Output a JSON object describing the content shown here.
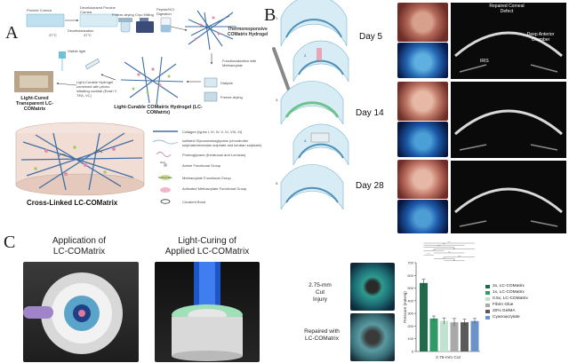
{
  "panels": {
    "a": "A",
    "b": "B",
    "c": "C"
  },
  "panel_a": {
    "top_labels": [
      "Porcine Cornea",
      "Decellularized Porcine Cornea",
      "Freeze-drying",
      "Cryo Milling",
      "Pepsin/HCl Digestion"
    ],
    "decell": "Decellularization",
    "temp1": "37°C",
    "temp2": "37°C",
    "hydrogel": "Thermoresponsive COMatrix Hydrogel",
    "functional": "Functionalization with Methacrylate",
    "dialysis": "Dialysis",
    "freeze": "Freeze-drying",
    "lc_hydrogel": "Light-Curable COMatrix Hydrogel (LC-COMatrix)",
    "combined": "Light-Curable Hydrogel combined with photo-initiating cocktail (Eosin Y, TEA, VC)",
    "visible": "Visible light",
    "cured": "Light-Cured Transparent LC-COMatrix",
    "crosslinked": "Cross-Linked LC-COMatrix",
    "legend": [
      {
        "name": "fiber-icon",
        "text": "Collagen (types I, III, IV, V, VI, VIII, XI)"
      },
      {
        "name": "gag-icon",
        "text": "sulfated Glycosaminoglycans (chondroitin sulphate/dermatan sulphate and keratan sulphate)"
      },
      {
        "name": "proteoglycan-icon",
        "text": "Proteoglycans (Keratocan and Lumican)"
      },
      {
        "name": "amine-icon",
        "text": "Amine Functional Group"
      },
      {
        "name": "methacrylate-icon",
        "text": "Methacrylate Functional Group"
      },
      {
        "name": "activated-icon",
        "text": "Activated Methacrylate Functional Group"
      },
      {
        "name": "bond-icon",
        "text": "Covalent Bond"
      }
    ],
    "mini": [
      "NH2",
      "Methacrylate"
    ]
  },
  "panel_b": {
    "steps": [
      "1.",
      "2.",
      "3.",
      "4.",
      "5."
    ],
    "days": [
      "Day 5",
      "Day 14",
      "Day 28"
    ],
    "oct_labels": {
      "defect": "Repaired Corneal Defect",
      "chamber": "Deep Anterior Chamber",
      "iris": "IRIS"
    }
  },
  "panel_c": {
    "app_title_1": "Application of",
    "app_title_2": "LC-COMatrix",
    "cure_title_1": "Light-Curing of",
    "cure_title_2": "Applied LC-COMatrix",
    "scale_text": "2.75-mm",
    "cut_1": "2.75-mm",
    "cut_2": "Cut",
    "cut_3": "Injury",
    "repaired_1": "Repaired with",
    "repaired_2": "LC-COMatrix",
    "stars": [
      "****",
      "****",
      "****",
      "ns",
      "****",
      "ns",
      "****",
      "ns",
      "****",
      "ns"
    ]
  },
  "chart_data": {
    "type": "bar",
    "categories": [
      "2x, LC-COMatrix",
      "1x, LC-COMatrix",
      "0.5x, LC-COMatrix",
      "Fibrin Glue",
      "20% GelMA",
      "Cyanoacrylate"
    ],
    "values": [
      540,
      260,
      240,
      230,
      230,
      240
    ],
    "errors": [
      30,
      20,
      25,
      30,
      25,
      20
    ],
    "colors": [
      "#1f6b4a",
      "#2f9a64",
      "#bfe3cf",
      "#a9a9a9",
      "#5a5a5a",
      "#6b93c9"
    ],
    "ylabel": "Pressure (mmHg)",
    "xlabel": "2.75-mm Cut",
    "ylim": [
      0,
      700
    ],
    "yticks": [
      0,
      100,
      200,
      300,
      400,
      500,
      600,
      700
    ],
    "legend": "right"
  }
}
